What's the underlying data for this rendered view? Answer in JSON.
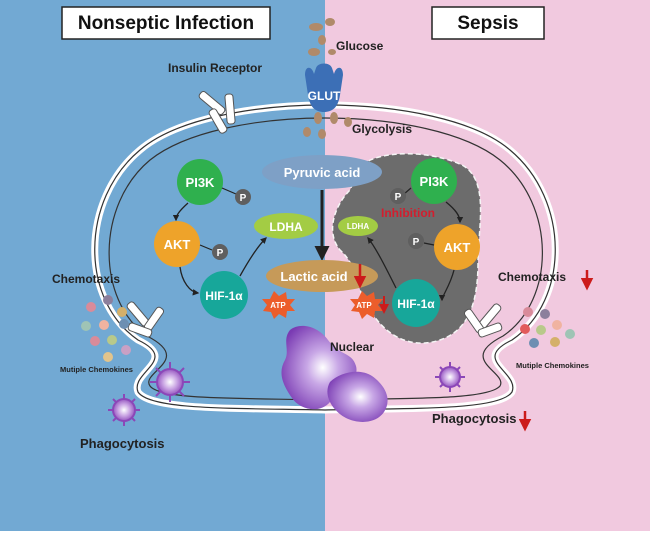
{
  "panels": {
    "left_title": "Nonseptic Infection",
    "right_title": "Sepsis"
  },
  "labels": {
    "glucose": "Glucose",
    "glut": "GLUT",
    "insulin_receptor": "Insulin Receptor",
    "glycolysis": "Glycolysis",
    "pyruvic_acid": "Pyruvic acid",
    "lactic_acid": "Lactic acid",
    "ldha": "LDHA",
    "pi3k": "PI3K",
    "akt": "AKT",
    "hif1a": "HIF-1α",
    "phospho": "P",
    "atp": "ATP",
    "inhibition": "Inhibition",
    "nuclear": "Nuclear",
    "chemotaxis": "Chemotaxis",
    "phagocytosis": "Phagocytosis",
    "chemokines": "Mutiple Chemokines"
  },
  "colors": {
    "left_bg": "#72a9d3",
    "right_bg": "#f1c9df",
    "pi3k": "#2fb04e",
    "akt": "#eea32a",
    "hif1a": "#17a79a",
    "ldha": "#a3cc44",
    "pyruvic": "#7ea0c6",
    "lactic": "#c69a59",
    "inhibit_region": "#6c6c6c",
    "phospho": "#5f5f5f",
    "atp": "#ec5d2b",
    "down_arrow": "#cc1b1b",
    "inhibition_text": "#d21e2e",
    "glut": "#3c6fb6",
    "glucose": "#b08a6a",
    "nucleus": "#8a4bbf",
    "virus": "#8b47b8"
  }
}
